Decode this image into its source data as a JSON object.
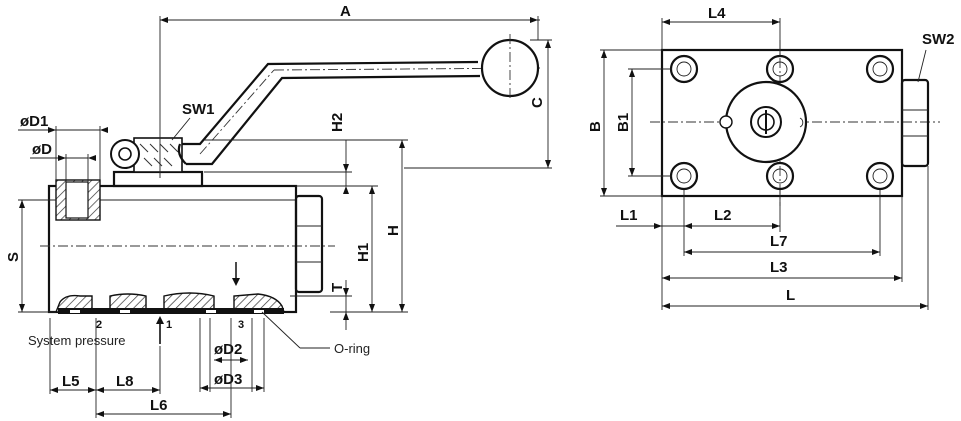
{
  "side_view": {
    "labels": {
      "A": "A",
      "C": "C",
      "H2": "H2",
      "SW1": "SW1",
      "D1": "øD1",
      "D": "øD",
      "S": "S",
      "H1": "H1",
      "H": "H",
      "T": "T",
      "D2": "øD2",
      "D3": "øD3",
      "L5": "L5",
      "L8": "L8",
      "L6": "L6"
    },
    "ports": {
      "p1": "1",
      "p2": "2",
      "p3": "3"
    },
    "notes": {
      "system_pressure": "System pressure",
      "oring": "O-ring"
    }
  },
  "top_view": {
    "labels": {
      "L4": "L4",
      "SW2": "SW2",
      "B": "B",
      "B1": "B1",
      "L1": "L1",
      "L2": "L2",
      "L7": "L7",
      "L3": "L3",
      "L": "L"
    }
  }
}
